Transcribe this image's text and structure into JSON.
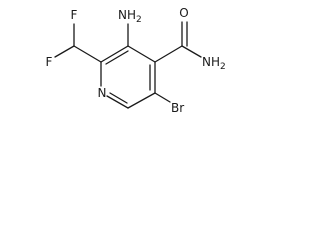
{
  "molecule": {
    "atoms": {
      "f_top": "F",
      "f_left": "F",
      "amino": {
        "main": "NH",
        "sub": "2"
      },
      "carbonyl_o": "O",
      "amide": {
        "main": "NH",
        "sub": "2"
      },
      "ring_n": "N",
      "bromine": "Br"
    }
  }
}
